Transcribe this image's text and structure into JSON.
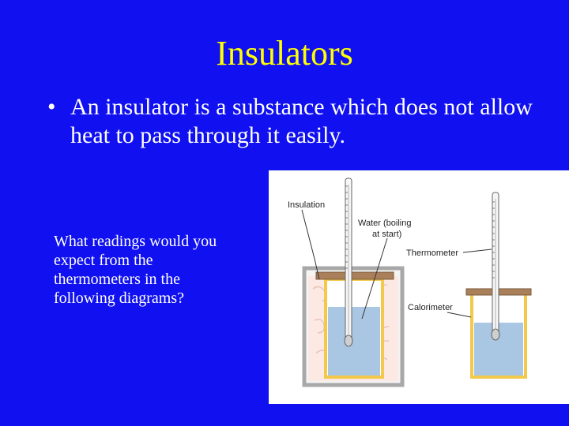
{
  "slide": {
    "title": "Insulators",
    "bullet_glyph": "•",
    "bullet_text": "An insulator is a substance which does not allow heat to pass through it easily.",
    "question": "What readings would you expect from the thermometers in the following diagrams?"
  },
  "diagram": {
    "labels": {
      "insulation": "Insulation",
      "water_line1": "Water (boiling",
      "water_line2": "at start)",
      "thermometer": "Thermometer",
      "calorimeter": "Calorimeter"
    },
    "colors": {
      "water": "#a9c7e3",
      "insulation_fill": "#fde9e3",
      "calorimeter_wall": "#f2c94a",
      "lid": "#a9805a",
      "outer_container": "#a8a8a8"
    }
  }
}
